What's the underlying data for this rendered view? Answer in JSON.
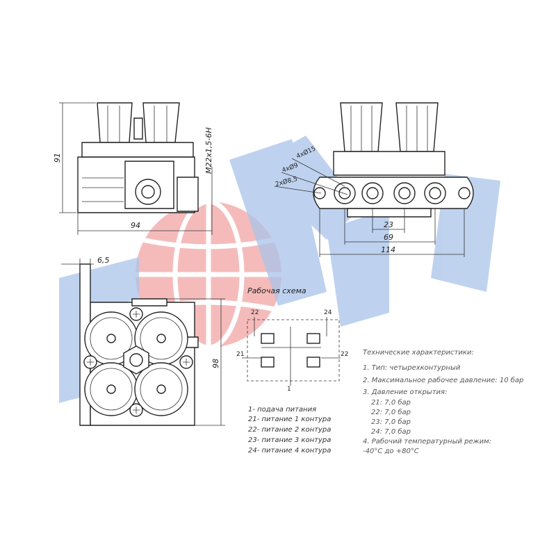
{
  "colors": {
    "watermark_red": "#f4b0b0",
    "watermark_blue": "#a9c4ea",
    "line": "#222222"
  },
  "top_left_view": {
    "dim_height": "91",
    "dim_width": "94",
    "dim_thread": "M22x1,5-6H"
  },
  "top_right_view": {
    "hole_1": "4xØ15",
    "hole_2": "4xØ9",
    "hole_3": "2xØ8,5",
    "dim_pitch": "23",
    "dim_mid": "69",
    "dim_total": "114"
  },
  "bottom_left_view": {
    "dim_offset": "6,5",
    "dim_height": "98"
  },
  "scheme": {
    "title": "Рабочая схема",
    "port_22": "22",
    "port_24": "24",
    "port_21": "21",
    "port_22b": "22",
    "port_1": "1"
  },
  "legend": [
    "1- подача питания",
    "21- питание 1 контура",
    "22- питание 2 контура",
    "23- питание 3 контура",
    "24- питание 4 контура"
  ],
  "specs": {
    "title": "Технические характеристики:",
    "lines": [
      "1. Тип: четырехконтурный",
      "2. Максимальное рабочее давление: 10 бар",
      "3. Давление открытия:",
      "21: 7,0 бар",
      "22: 7,0 бар",
      "23: 7,0 бар",
      "24: 7,0 бар",
      "4. Рабочий температурный режим:",
      "-40°С до +80°С"
    ]
  }
}
